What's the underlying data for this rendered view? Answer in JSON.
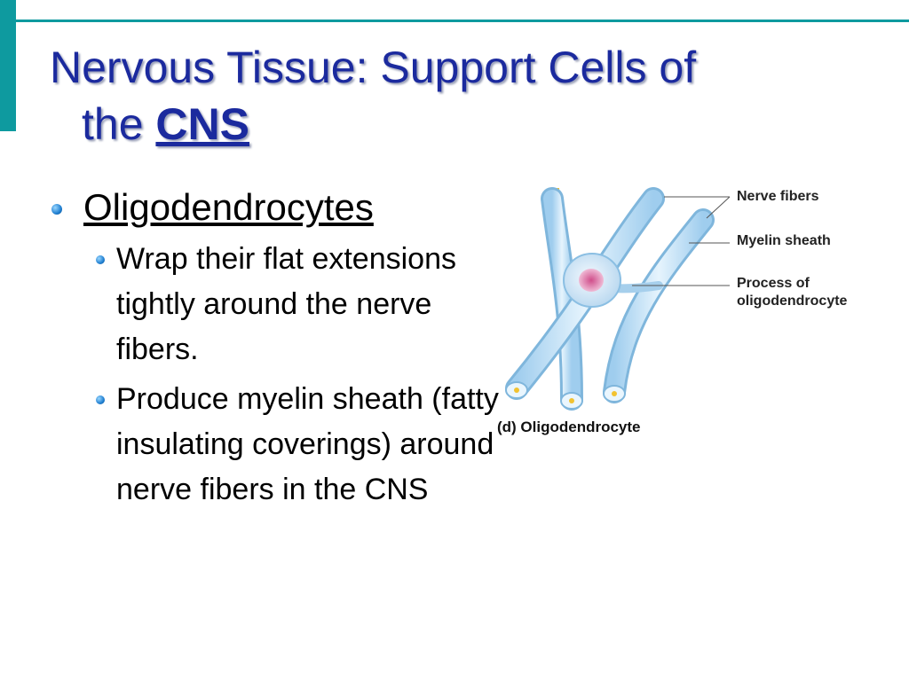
{
  "slide": {
    "title_line1": "Nervous Tissue: Support Cells of",
    "title_line2_prefix": "the ",
    "title_line2_emphasis": "CNS",
    "colors": {
      "accent": "#0e9a9f",
      "title": "#1b2a9e",
      "bullet": "#1f7fd1"
    }
  },
  "bullets": {
    "main": "Oligodendrocytes",
    "sub1": "Wrap their flat extensions tightly around the nerve fibers.",
    "sub2": "Produce myelin sheath (fatty insulating coverings) around nerve fibers in the CNS"
  },
  "figure": {
    "label_nerve_fibers": "Nerve fibers",
    "label_myelin_sheath": "Myelin sheath",
    "label_process": "Process of oligodendrocyte",
    "caption": "(d) Oligodendrocyte",
    "colors": {
      "sheath": "#bfe0f5",
      "sheath_edge": "#7fb6dc",
      "body": "#dcecf8",
      "nucleus": "#e07aa8",
      "fiber": "#f2c230"
    }
  }
}
